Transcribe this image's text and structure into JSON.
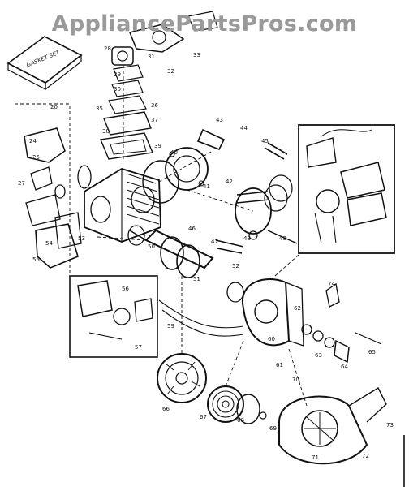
{
  "watermark": "AppliancePartsPros.com",
  "gasket_set_label": "GASKET SET",
  "callouts": [
    "20",
    "24",
    "25",
    "27",
    "28",
    "29",
    "30",
    "31",
    "32",
    "33",
    "35",
    "36",
    "37",
    "38",
    "39",
    "40",
    "41",
    "42",
    "43",
    "44",
    "45",
    "46",
    "47",
    "48",
    "49",
    "50",
    "51",
    "52",
    "53",
    "54",
    "55",
    "56",
    "57",
    "59",
    "60",
    "61",
    "62",
    "63",
    "64",
    "65",
    "66",
    "67",
    "68",
    "69",
    "70",
    "71",
    "72",
    "73",
    "74"
  ],
  "colors": {
    "ink": "#111111",
    "watermark": "#9a9a9a",
    "paper": "#ffffff"
  }
}
